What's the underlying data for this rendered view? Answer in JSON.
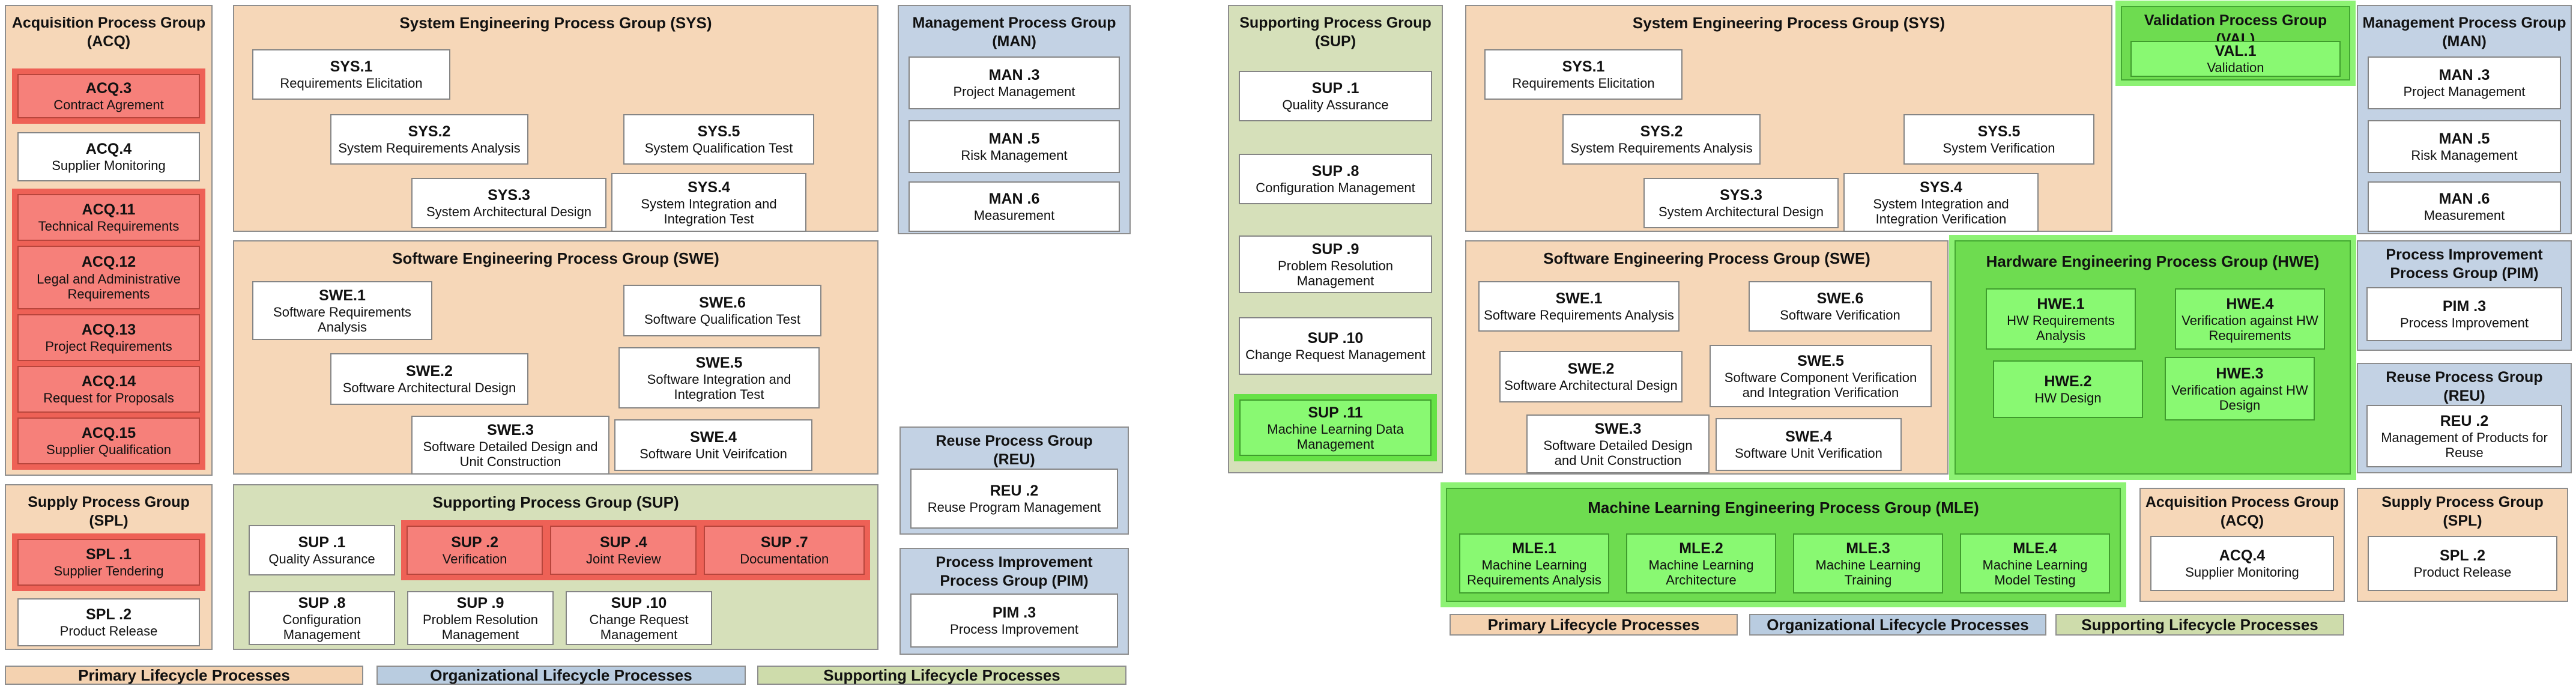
{
  "colors": {
    "primary_peach": "#f6d7b8",
    "organizational_blue": "#c3d2e4",
    "supporting_green": "#d6e0ba",
    "highlight_red_halo": "#ee6156",
    "highlight_red_fill": "#f6807a",
    "highlight_green_halo": "#8df274",
    "highlight_green_group": "#6edc50",
    "highlight_green_fill": "#89f972",
    "legend_peach": "#f4d2b0",
    "legend_blue": "#b9cce0",
    "legend_green": "#cedcab"
  },
  "legend": {
    "primary": "Primary Lifecycle Processes",
    "organizational": "Organizational Lifecycle Processes",
    "supporting": "Supporting Lifecycle Processes"
  },
  "left": {
    "acq": {
      "title": "Acquisition Process Group",
      "abbr": "(ACQ)",
      "p3": {
        "code": "ACQ.3",
        "name": "Contract Agrement"
      },
      "p4": {
        "code": "ACQ.4",
        "name": "Supplier Monitoring"
      },
      "p11": {
        "code": "ACQ.11",
        "name": "Technical Requirements"
      },
      "p12": {
        "code": "ACQ.12",
        "name": "Legal and Administrative Requirements"
      },
      "p13": {
        "code": "ACQ.13",
        "name": "Project Requirements"
      },
      "p14": {
        "code": "ACQ.14",
        "name": "Request for Proposals"
      },
      "p15": {
        "code": "ACQ.15",
        "name": "Supplier Qualification"
      }
    },
    "sys": {
      "title": "System Engineering Process Group (SYS)",
      "p1": {
        "code": "SYS.1",
        "name": "Requirements Elicitation"
      },
      "p2": {
        "code": "SYS.2",
        "name": "System Requirements Analysis"
      },
      "p5": {
        "code": "SYS.5",
        "name": "System Qualification Test"
      },
      "p3": {
        "code": "SYS.3",
        "name": "System Architectural Design"
      },
      "p4": {
        "code": "SYS.4",
        "name": "System Integration and Integration Test"
      }
    },
    "man": {
      "title": "Management Process Group",
      "abbr": "(MAN)",
      "p3": {
        "code": "MAN .3",
        "name": "Project Management"
      },
      "p5": {
        "code": "MAN .5",
        "name": "Risk Management"
      },
      "p6": {
        "code": "MAN .6",
        "name": "Measurement"
      }
    },
    "swe": {
      "title": "Software Engineering Process Group (SWE)",
      "p1": {
        "code": "SWE.1",
        "name": "Software Requirements Analysis"
      },
      "p6": {
        "code": "SWE.6",
        "name": "Software Qualification Test"
      },
      "p2": {
        "code": "SWE.2",
        "name": "Software Architectural Design"
      },
      "p5": {
        "code": "SWE.5",
        "name": "Software Integration and Integration Test"
      },
      "p3": {
        "code": "SWE.3",
        "name": "Software Detailed Design and Unit Construction"
      },
      "p4": {
        "code": "SWE.4",
        "name": "Software Unit Veirifcation"
      }
    },
    "spl": {
      "title": "Supply Process Group",
      "abbr": "(SPL)",
      "p1": {
        "code": "SPL .1",
        "name": "Supplier Tendering"
      },
      "p2": {
        "code": "SPL .2",
        "name": "Product Release"
      }
    },
    "sup": {
      "title": "Supporting Process Group (SUP)",
      "p1": {
        "code": "SUP .1",
        "name": "Quality Assurance"
      },
      "p2": {
        "code": "SUP .2",
        "name": "Verification"
      },
      "p4": {
        "code": "SUP .4",
        "name": "Joint Review"
      },
      "p7": {
        "code": "SUP .7",
        "name": "Documentation"
      },
      "p8": {
        "code": "SUP .8",
        "name": "Configuration Management"
      },
      "p9": {
        "code": "SUP .9",
        "name": "Problem Resolution Management"
      },
      "p10": {
        "code": "SUP .10",
        "name": "Change Request Management"
      }
    },
    "reu": {
      "title": "Reuse Process Group",
      "abbr": "(REU)",
      "p2": {
        "code": "REU .2",
        "name": "Reuse Program Management"
      }
    },
    "pim": {
      "title": "Process Improvement",
      "abbr": "Process Group (PIM)",
      "p3": {
        "code": "PIM .3",
        "name": "Process Improvement"
      }
    }
  },
  "right": {
    "sup": {
      "title": "Supporting Process Group",
      "abbr": "(SUP)",
      "p1": {
        "code": "SUP .1",
        "name": "Quality Assurance"
      },
      "p8": {
        "code": "SUP .8",
        "name": "Configuration Management"
      },
      "p9": {
        "code": "SUP .9",
        "name": "Problem Resolution Management"
      },
      "p10": {
        "code": "SUP .10",
        "name": "Change Request Management"
      },
      "p11": {
        "code": "SUP .11",
        "name": "Machine Learning Data Management"
      }
    },
    "sys": {
      "title": "System Engineering Process Group (SYS)",
      "p1": {
        "code": "SYS.1",
        "name": "Requirements Elicitation"
      },
      "p2": {
        "code": "SYS.2",
        "name": "System Requirements Analysis"
      },
      "p5": {
        "code": "SYS.5",
        "name": "System Verification"
      },
      "p3": {
        "code": "SYS.3",
        "name": "System Architectural Design"
      },
      "p4": {
        "code": "SYS.4",
        "name": "System Integration and Integration Verification"
      }
    },
    "val": {
      "title": "Validation Process Group",
      "abbr": "(VAL)",
      "p1": {
        "code": "VAL.1",
        "name": "Validation"
      }
    },
    "man": {
      "title": "Management Process Group",
      "abbr": "(MAN)",
      "p3": {
        "code": "MAN .3",
        "name": "Project Management"
      },
      "p5": {
        "code": "MAN .5",
        "name": "Risk Management"
      },
      "p6": {
        "code": "MAN .6",
        "name": "Measurement"
      }
    },
    "swe": {
      "title": "Software Engineering Process Group (SWE)",
      "p1": {
        "code": "SWE.1",
        "name": "Software Requirements Analysis"
      },
      "p6": {
        "code": "SWE.6",
        "name": "Software Verification"
      },
      "p2": {
        "code": "SWE.2",
        "name": "Software Architectural Design"
      },
      "p5": {
        "code": "SWE.5",
        "name": "Software Component Verification and Integration Verification"
      },
      "p3": {
        "code": "SWE.3",
        "name": "Software Detailed Design and Unit Construction"
      },
      "p4": {
        "code": "SWE.4",
        "name": "Software Unit Verification"
      }
    },
    "hwe": {
      "title": "Hardware Engineering Process Group (HWE)",
      "p1": {
        "code": "HWE.1",
        "name": "HW Requirements Analysis"
      },
      "p4": {
        "code": "HWE.4",
        "name": "Verification against HW Requirements"
      },
      "p2": {
        "code": "HWE.2",
        "name": "HW Design"
      },
      "p3": {
        "code": "HWE.3",
        "name": "Verification against HW Design"
      }
    },
    "pim": {
      "title": "Process Improvement",
      "abbr": "Process Group (PIM)",
      "p3": {
        "code": "PIM .3",
        "name": "Process Improvement"
      }
    },
    "reu": {
      "title": "Reuse Process Group",
      "abbr": "(REU)",
      "p2": {
        "code": "REU .2",
        "name": "Management of Products for Reuse"
      }
    },
    "mle": {
      "title": "Machine Learning Engineering Process Group (MLE)",
      "p1": {
        "code": "MLE.1",
        "name": "Machine Learning Requirements Analysis"
      },
      "p2": {
        "code": "MLE.2",
        "name": "Machine Learning Architecture"
      },
      "p3": {
        "code": "MLE.3",
        "name": "Machine Learning Training"
      },
      "p4": {
        "code": "MLE.4",
        "name": "Machine Learning Model Testing"
      }
    },
    "acq": {
      "title": "Acquisition Process Group",
      "abbr": "(ACQ)",
      "p4": {
        "code": "ACQ.4",
        "name": "Supplier Monitoring"
      }
    },
    "spl": {
      "title": "Supply Process Group",
      "abbr": "(SPL)",
      "p2": {
        "code": "SPL .2",
        "name": "Product Release"
      }
    }
  }
}
